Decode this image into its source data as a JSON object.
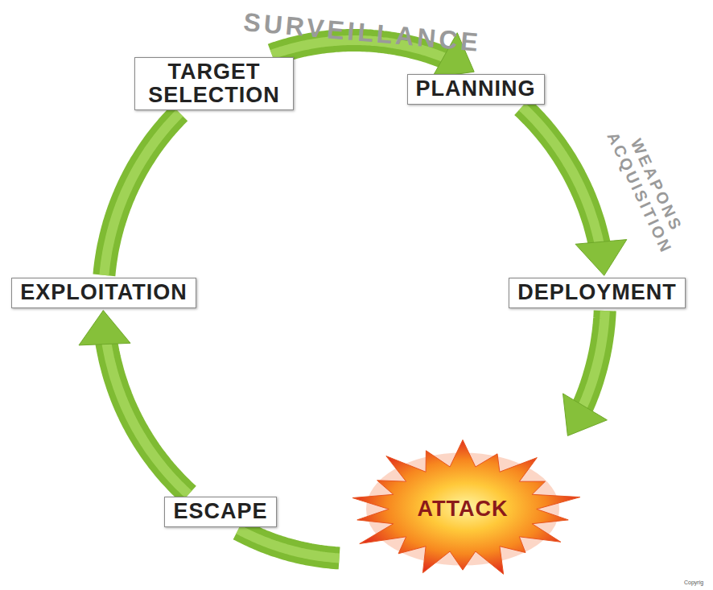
{
  "diagram": {
    "nodes": [
      {
        "text": [
          "TARGET SELECTION"
        ]
      },
      {
        "text": [
          "PLANNING"
        ]
      },
      {
        "text": [
          "DEPLOYMENT"
        ]
      },
      {
        "text": [
          "ATTACK"
        ]
      },
      {
        "text": [
          "ESCAPE"
        ]
      },
      {
        "text": [
          "EXPLOITATION"
        ]
      }
    ],
    "edges": [
      {
        "from": 0,
        "to": 1,
        "arrow": "to"
      },
      {
        "from": 1,
        "to": 2,
        "arrow": "to"
      },
      {
        "from": 2,
        "to": 3,
        "arrow": "to"
      },
      {
        "from": 3,
        "to": 4,
        "arrow": "none"
      },
      {
        "from": 4,
        "to": 5,
        "arrow": "to"
      },
      {
        "from": 5,
        "to": 0,
        "arrow": "none"
      }
    ],
    "labels": [
      "SURVEILLANCE",
      "WEAPONS ACQUISITION",
      "Copyrig"
    ]
  }
}
